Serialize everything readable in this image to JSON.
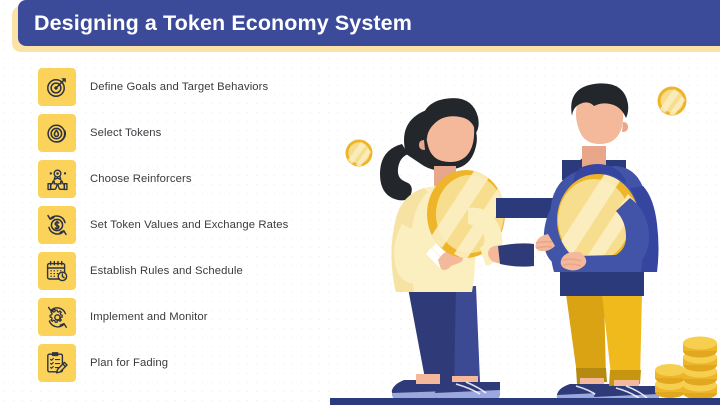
{
  "slide": {
    "title": "Designing a Token Economy System",
    "colors": {
      "title_bar": "#3C4B99",
      "title_shadow": "#FBE2A7",
      "icon_tile": "#FBD35B",
      "text": "#3b3b40",
      "navy": "#2B3A7A",
      "coin_gold": "#F2C63C",
      "coin_light": "#F8E49B",
      "hoodie_blue": "#4154A8",
      "pants_yellow": "#F0B91C",
      "top_cream": "#FBEFC0",
      "skin": "#F4B89A",
      "hair_dark": "#23262B"
    }
  },
  "steps": [
    {
      "label": "Define Goals and Target Behaviors",
      "icon": "target-arrow-icon"
    },
    {
      "label": "Select Tokens",
      "icon": "coin-token-icon"
    },
    {
      "label": "Choose Reinforcers",
      "icon": "thumbs-up-reward-icon"
    },
    {
      "label": "Set Token Values and Exchange Rates",
      "icon": "dollar-exchange-icon"
    },
    {
      "label": "Establish Rules and Schedule",
      "icon": "calendar-clock-icon"
    },
    {
      "label": "Implement and Monitor",
      "icon": "gear-cycle-icon"
    },
    {
      "label": "Plan for Fading",
      "icon": "checklist-pencil-icon"
    }
  ],
  "illustration": {
    "name": "two-people-exchanging-coins",
    "left_figure": "woman-holding-coin",
    "right_figure": "man-holding-coin",
    "arrow_left": "arrow-pointing-left",
    "arrow_right": "arrow-pointing-right",
    "floating_coins": 2,
    "coin_stack": "stack-of-coins",
    "ground": "ground-line"
  }
}
